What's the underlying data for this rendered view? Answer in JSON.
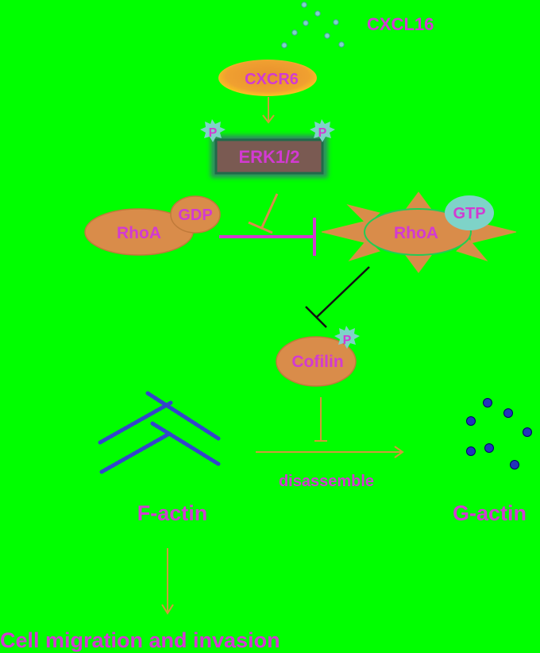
{
  "labels": {
    "ligand": "CXCL16",
    "receptor": "CXCR6",
    "kinase": "ERK1/2",
    "phospho": "P",
    "rhoa": "RhoA",
    "gdp": "GDP",
    "gtp": "GTP",
    "cofilin": "Cofilin",
    "disassemble": "disassemble",
    "factin": "F-actin",
    "gactin": "G-actin",
    "outcome": "Cell migration and invasion"
  },
  "colors": {
    "background": "#00ff00",
    "text": "#d23ad2",
    "node": "#d98c4a",
    "arrow": "#cf9a3a",
    "phospho_badge": "#7ed3c8",
    "erk_box": "#7a5a52",
    "actin": "#3344cc",
    "inhibit_black": "#111111"
  }
}
